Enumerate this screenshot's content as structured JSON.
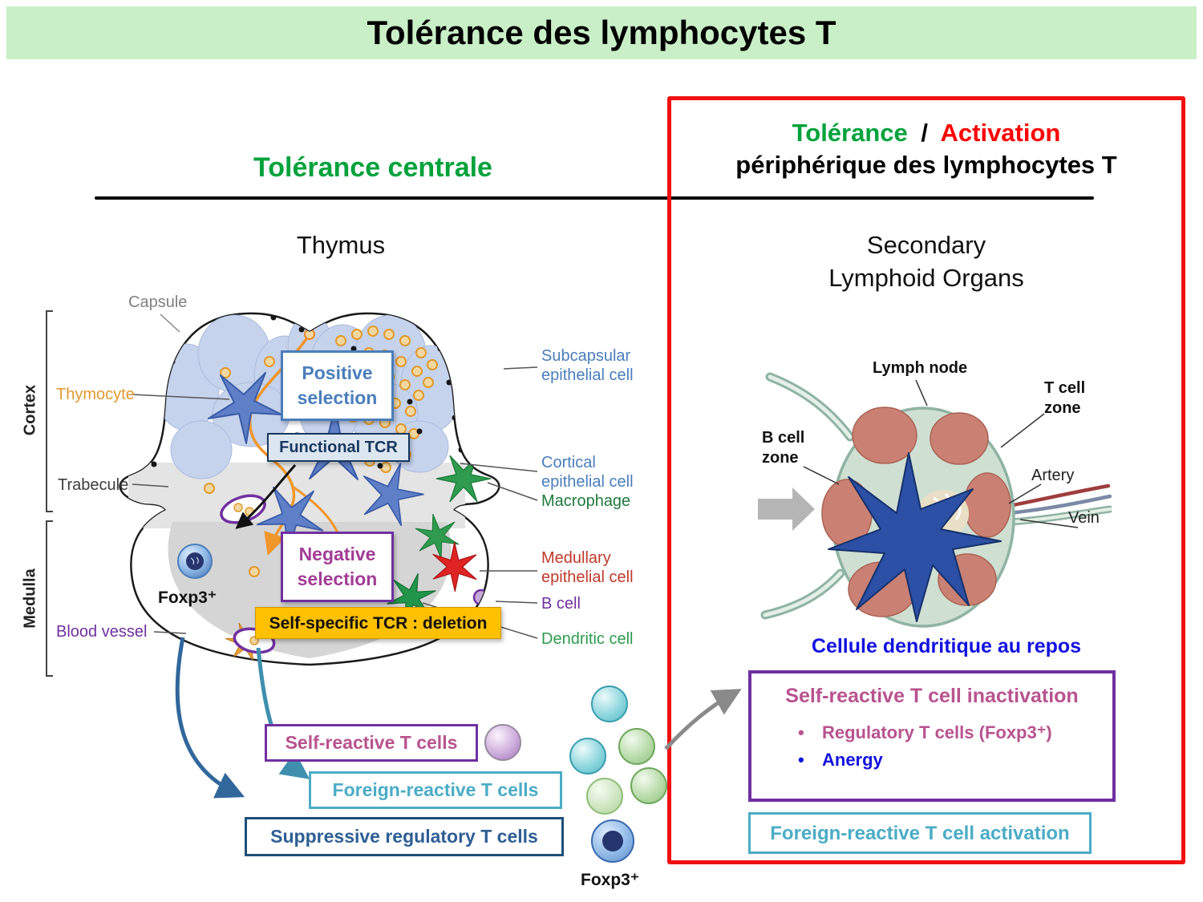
{
  "banner": {
    "title": "Tolérance des lymphocytes T"
  },
  "left_panel": {
    "heading": "Tolérance centrale",
    "figure_title": "Thymus",
    "anatomy_labels": {
      "capsule": "Capsule",
      "cortex": "Cortex",
      "thymocyte": "Thymocyte",
      "trabecule": "Trabecule",
      "medulla": "Medulla",
      "blood_vessel": "Blood vessel",
      "foxp3": "Foxp3⁺"
    },
    "cell_labels": {
      "subcapsular": "Subcapsular epithelial cell",
      "cortical": "Cortical epithelial cell",
      "macrophage": "Macrophage",
      "medullary": "Medullary epithelial cell",
      "b_cell": "B cell",
      "dendritic": "Dendritic cell"
    },
    "process_boxes": {
      "positive_selection": "Positive selection",
      "functional_tcr": "Functional TCR",
      "negative_selection": "Negative selection",
      "deletion": "Self-specific TCR : deletion"
    },
    "outcome_boxes": {
      "self_reactive": "Self-reactive T cells",
      "foreign_reactive": "Foreign-reactive T cells",
      "suppressive": "Suppressive regulatory T cells"
    },
    "foxp3_bottom": "Foxp3⁺"
  },
  "right_panel": {
    "heading": {
      "tolerance": "Tolérance",
      "separator": "/",
      "activation": "Activation",
      "line2": "périphérique des lymphocytes T"
    },
    "figure_title": {
      "line1": "Secondary",
      "line2": "Lymphoid Organs"
    },
    "lymph_labels": {
      "lymph_node": "Lymph node",
      "t_cell_zone": "T cell zone",
      "b_cell_zone": "B cell zone",
      "artery": "Artery",
      "vein": "Vein"
    },
    "caption": "Cellule dendritique au repos",
    "inactivation_box": {
      "title": "Self-reactive T cell inactivation",
      "bullet_char": "•",
      "bullets": [
        {
          "label": "Regulatory T cells (Foxp3⁺)"
        },
        {
          "label": "Anergy"
        }
      ]
    },
    "activation_box": "Foreign-reactive T cell activation"
  },
  "colors": {
    "banner_bg": "#c9efc7",
    "green": "#00A23C",
    "red": "#FF0000",
    "blue_text": "#1212E0",
    "pink": "#B8538F",
    "purple": "#7030A0",
    "teal": "#4BACC6",
    "navy": "#1F4E79",
    "steel_blue": "#31679B",
    "yellow": "#FFC000",
    "label_blue": "#4A7EBB",
    "label_green": "#2E9B4E",
    "label_red": "#C0392B",
    "orange": "#E8A33D"
  }
}
